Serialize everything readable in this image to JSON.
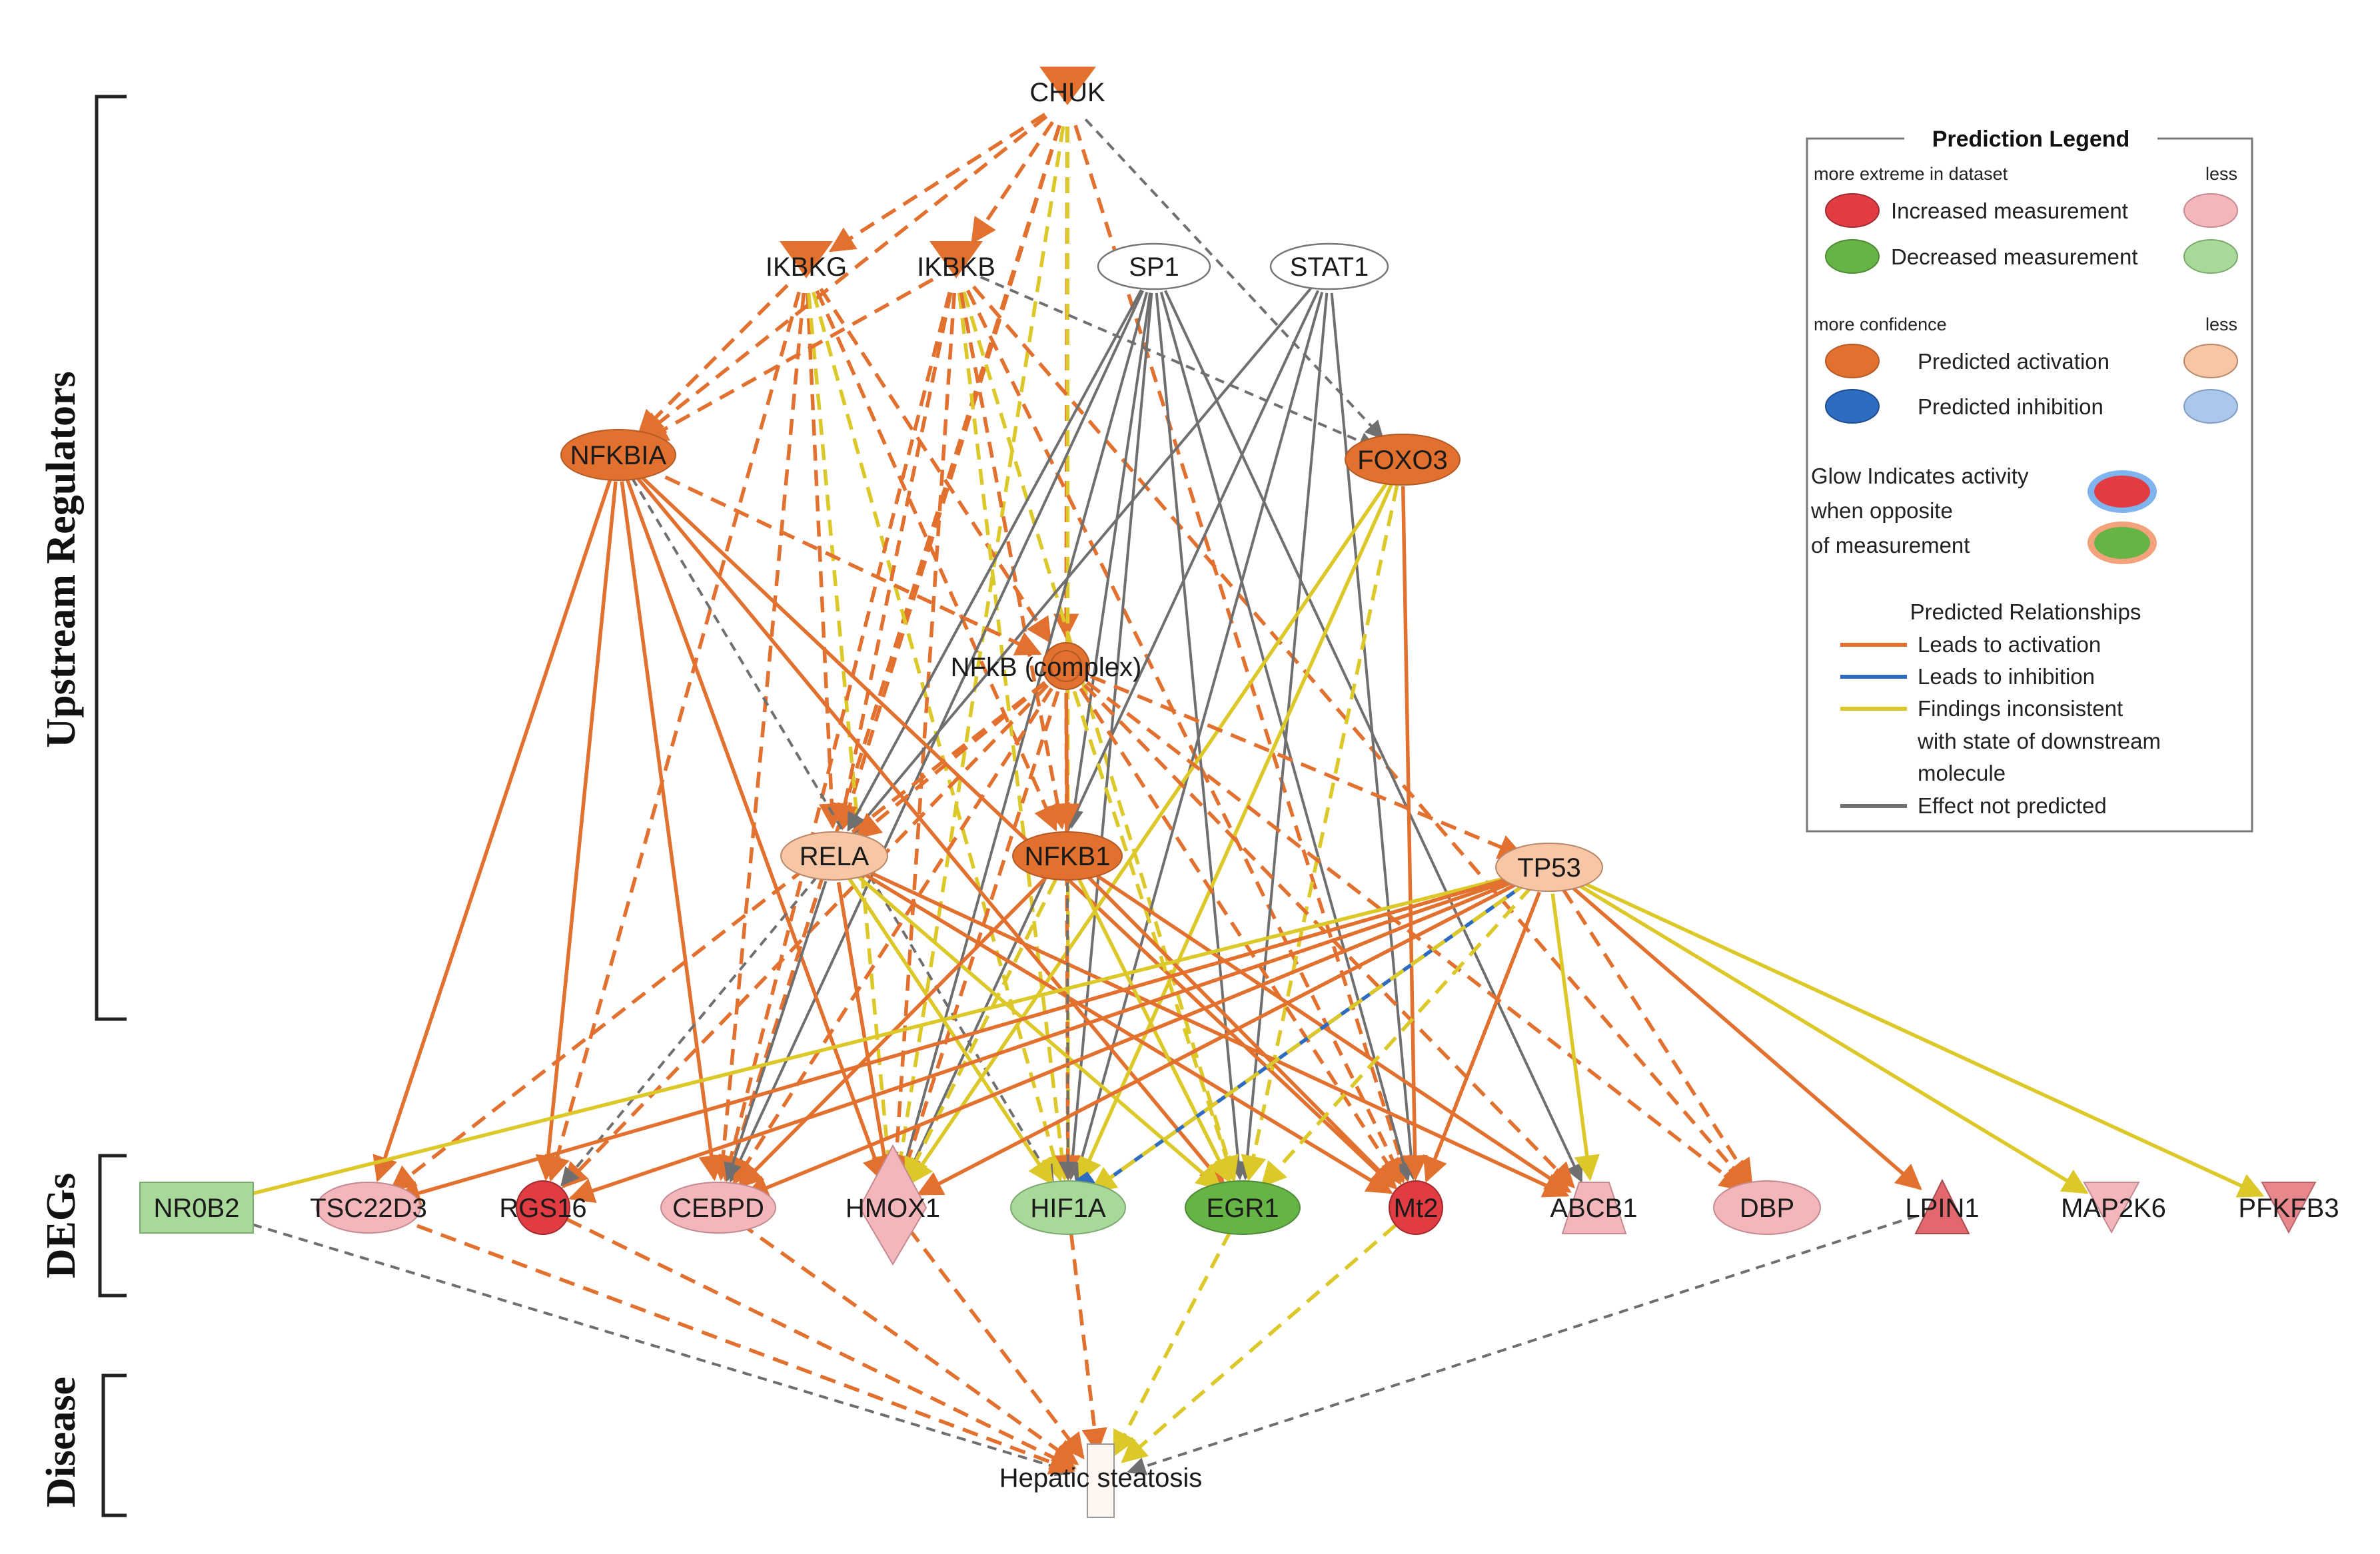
{
  "sections": {
    "upstream": "Upstream Regulators",
    "degs": "DEGs",
    "disease": "Disease"
  },
  "nodes": {
    "chuk": "CHUK",
    "ikbkg": "IKBKG",
    "ikbkb": "IKBKB",
    "sp1": "SP1",
    "stat1": "STAT1",
    "nfkbia": "NFKBIA",
    "foxo3": "FOXO3",
    "nfkb": "NFkB (complex)",
    "rela": "RELA",
    "nfkb1": "NFKB1",
    "tp53": "TP53",
    "nr0b2": "NR0B2",
    "tsc22d3": "TSC22D3",
    "rgs16": "RGS16",
    "cebpd": "CEBPD",
    "hmox1": "HMOX1",
    "hif1a": "HIF1A",
    "egr1": "EGR1",
    "mt2": "Mt2",
    "abcb1": "ABCB1",
    "dbp": "DBP",
    "lpin1": "LPIN1",
    "map2k6": "MAP2K6",
    "pfkfb3": "PFKFB3",
    "hepatic": "Hepatic steatosis"
  },
  "legend": {
    "title": "Prediction Legend",
    "more_extreme": "more extreme in dataset",
    "less1": "less",
    "increased": "Increased measurement",
    "decreased": "Decreased measurement",
    "more_confidence": "more confidence",
    "less2": "less",
    "activation": "Predicted activation",
    "inhibition": "Predicted inhibition",
    "glow1": "Glow Indicates activity",
    "glow2": "when opposite",
    "glow3": "of measurement",
    "relationships": "Predicted Relationships",
    "leads_activation": "Leads to activation",
    "leads_inhibition": "Leads to inhibition",
    "findings1": "Findings inconsistent",
    "findings2": "with state of downstream",
    "findings3": "molecule",
    "not_predicted": "Effect not predicted"
  },
  "colors": {
    "orange": "#e2712f",
    "yellow": "#dcc828",
    "gray": "#6f6f6f",
    "blue": "#2d6cc0",
    "red": "#e03c42",
    "pink": "#f3b6bb",
    "green_strong": "#66b346",
    "green_light": "#a8d89a",
    "peach": "#f7c7a5"
  }
}
